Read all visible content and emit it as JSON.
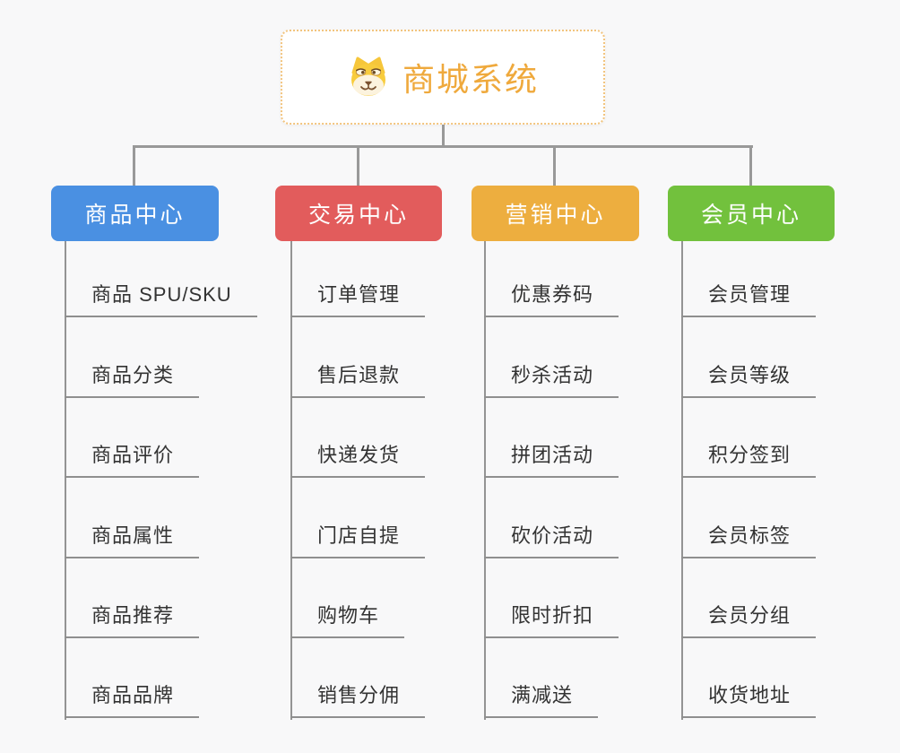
{
  "diagram": {
    "type": "mindmap-org-chart",
    "root": {
      "label": "商城系统",
      "icon": "shiba-dog-icon",
      "accent_color": "#EFA93C",
      "border_color": "#F2C47E"
    },
    "branches": [
      {
        "label": "商品中心",
        "color": "#4A90E2",
        "children": [
          "商品 SPU/SKU",
          "商品分类",
          "商品评价",
          "商品属性",
          "商品推荐",
          "商品品牌"
        ]
      },
      {
        "label": "交易中心",
        "color": "#E25C5C",
        "children": [
          "订单管理",
          "售后退款",
          "快递发货",
          "门店自提",
          "购物车",
          "销售分佣"
        ]
      },
      {
        "label": "营销中心",
        "color": "#EDAE3F",
        "children": [
          "优惠券码",
          "秒杀活动",
          "拼团活动",
          "砍价活动",
          "限时折扣",
          "满减送"
        ]
      },
      {
        "label": "会员中心",
        "color": "#72C13D",
        "children": [
          "会员管理",
          "会员等级",
          "积分签到",
          "会员标签",
          "会员分组",
          "收货地址"
        ]
      }
    ],
    "palette": {
      "background": "#F8F8F9",
      "connector": "#999999",
      "underline": "#8F8F8F",
      "child_text": "#333333",
      "branch_text": "#FFFFFF"
    }
  }
}
